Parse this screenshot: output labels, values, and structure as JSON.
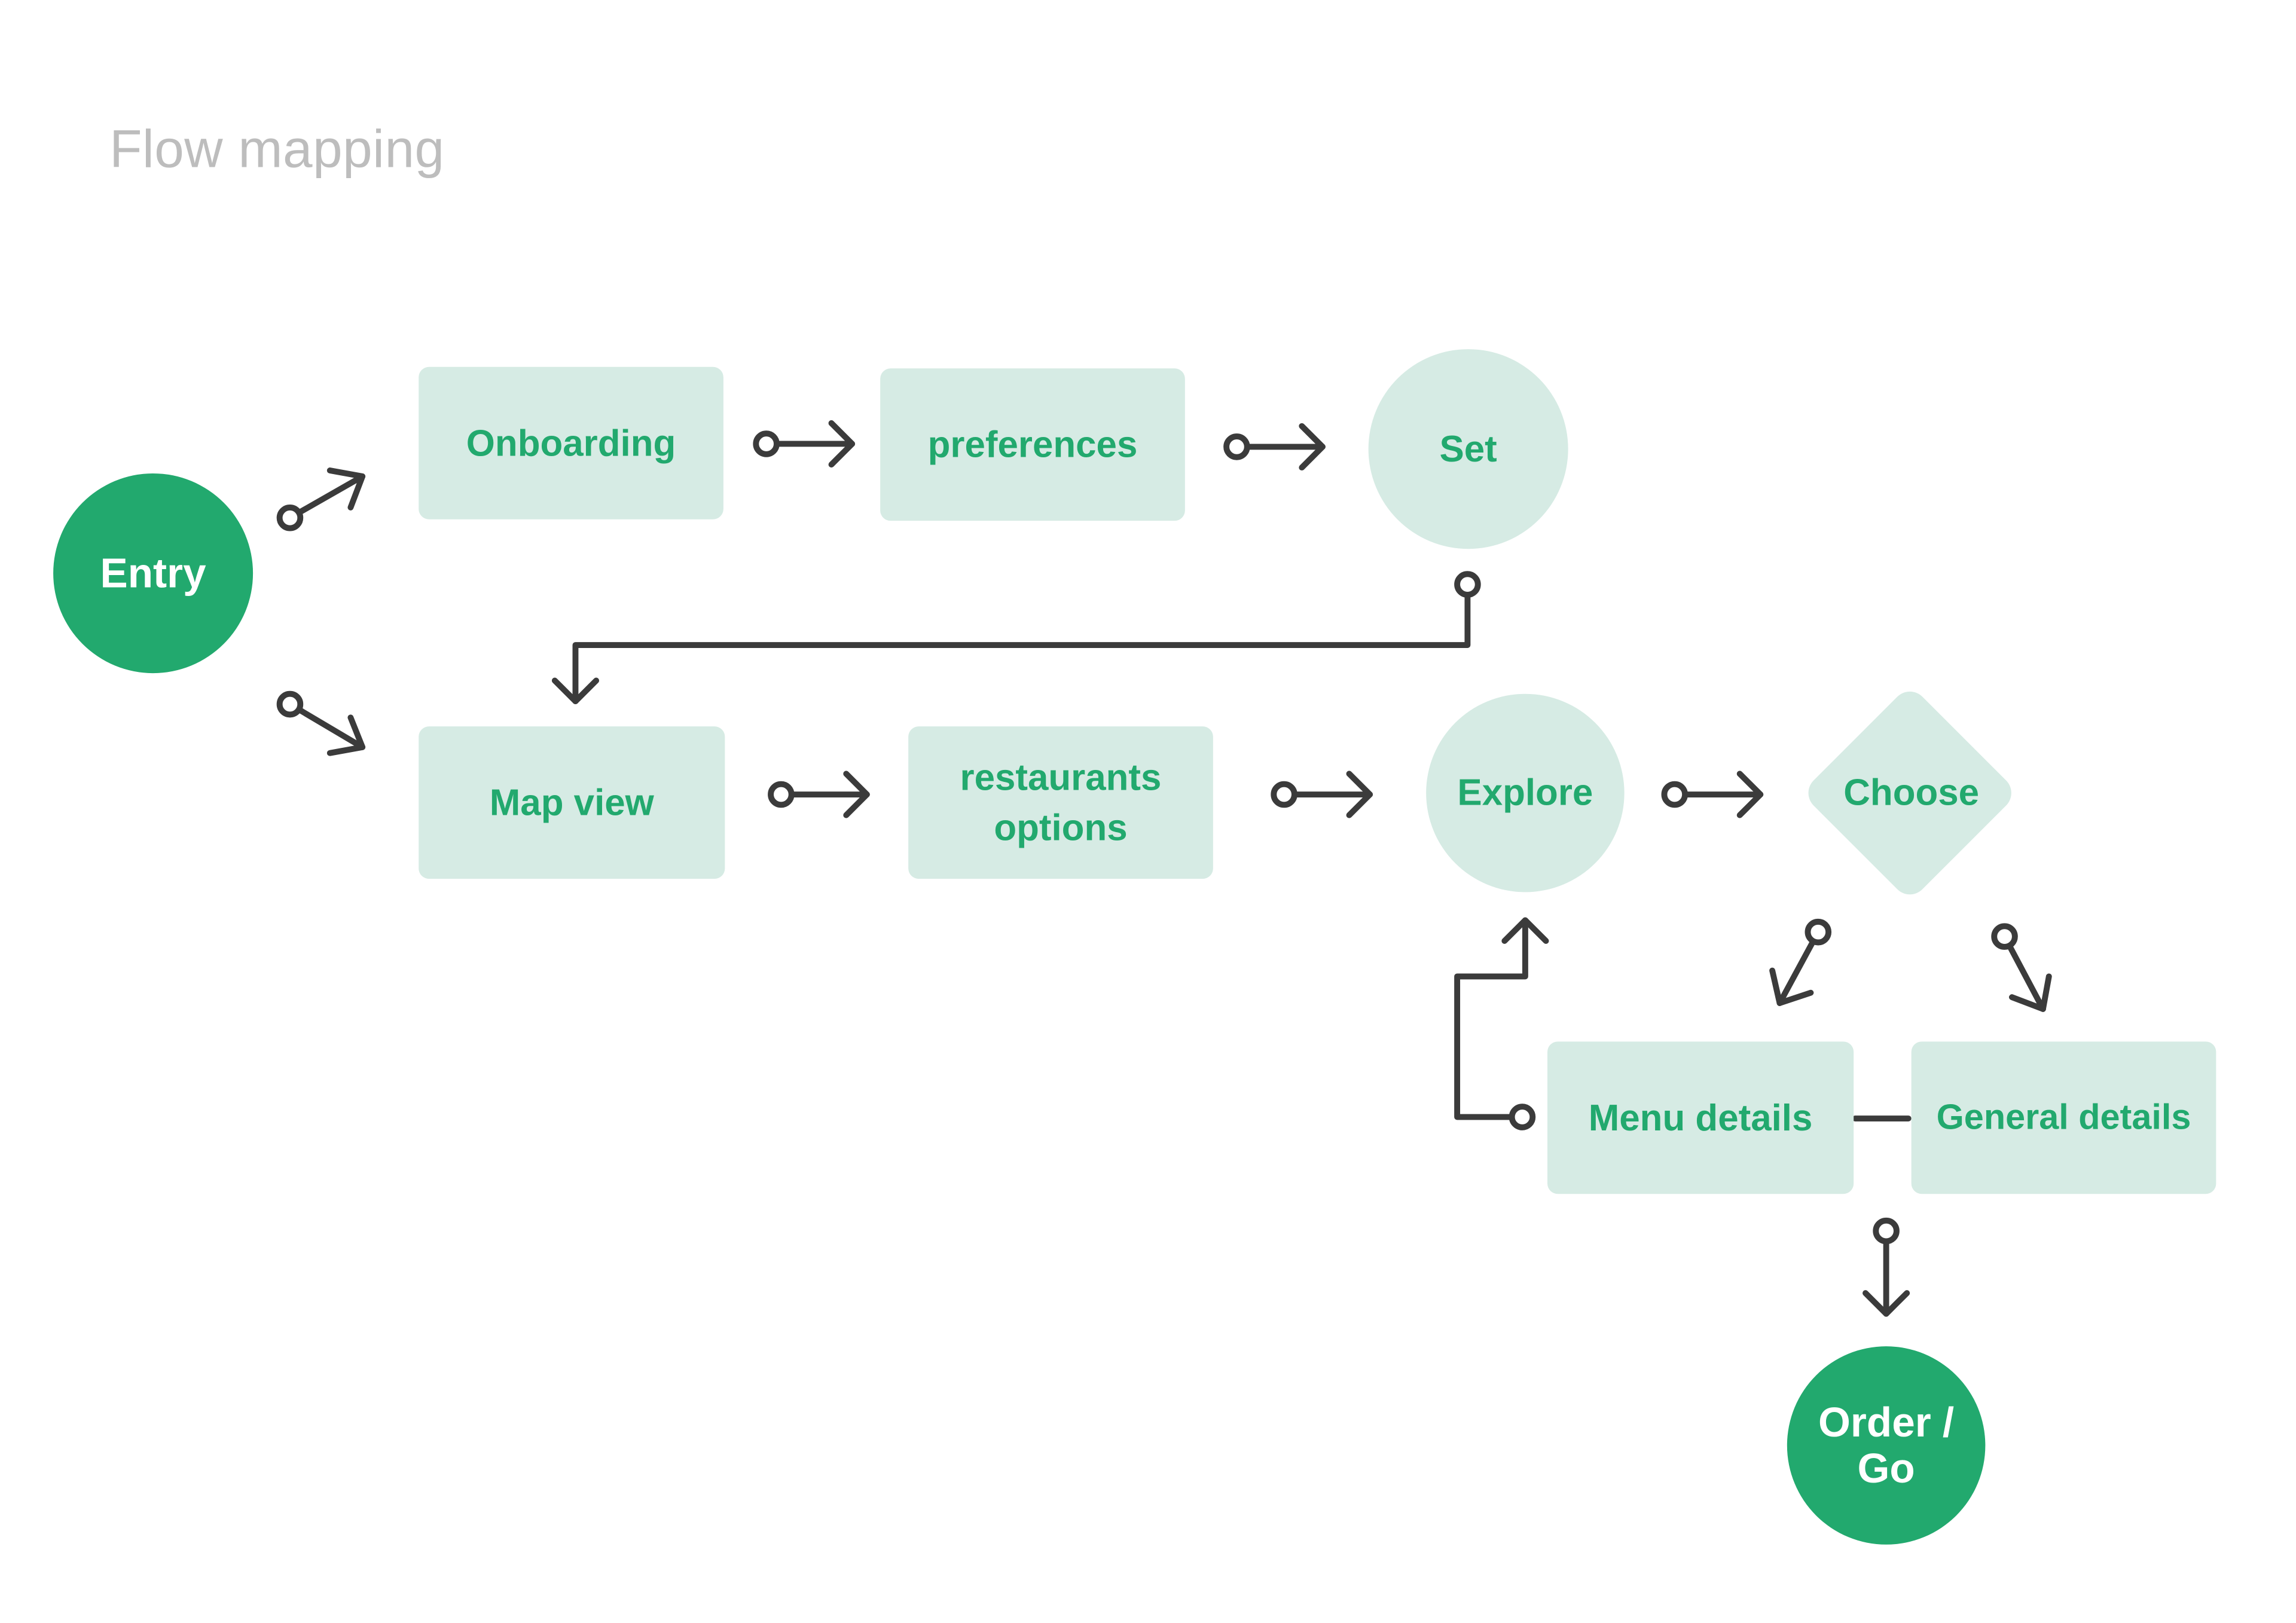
{
  "diagram": {
    "title": "Flow mapping",
    "colors": {
      "accent": "#22a96e",
      "node_fill": "#d6ebe4",
      "connector": "#3b3b3b",
      "title": "#bdbdbd"
    },
    "nodes": {
      "entry": "Entry",
      "onboarding": "Onboarding",
      "preferences": "preferences",
      "set": "Set",
      "map_view": "Map view",
      "restaurants_options": "restaurants\noptions",
      "explore": "Explore",
      "choose": "Choose",
      "menu_details": "Menu details",
      "general_details": "General details",
      "order_go": "Order /\nGo"
    }
  }
}
